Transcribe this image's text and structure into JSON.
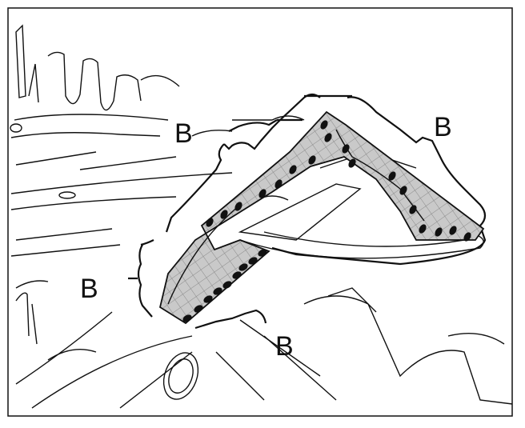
{
  "illustration": {
    "callouts": [
      {
        "id": "b-top",
        "text": "B"
      },
      {
        "id": "b-top-right",
        "text": "B"
      },
      {
        "id": "b-left",
        "text": "B"
      },
      {
        "id": "b-bottom",
        "text": "B"
      }
    ],
    "colors": {
      "line": "#111111",
      "hatch_fill": "#c9c9c9",
      "hatch_grid": "#8a8a8a",
      "dot": "#111111",
      "background": "#ffffff"
    }
  }
}
